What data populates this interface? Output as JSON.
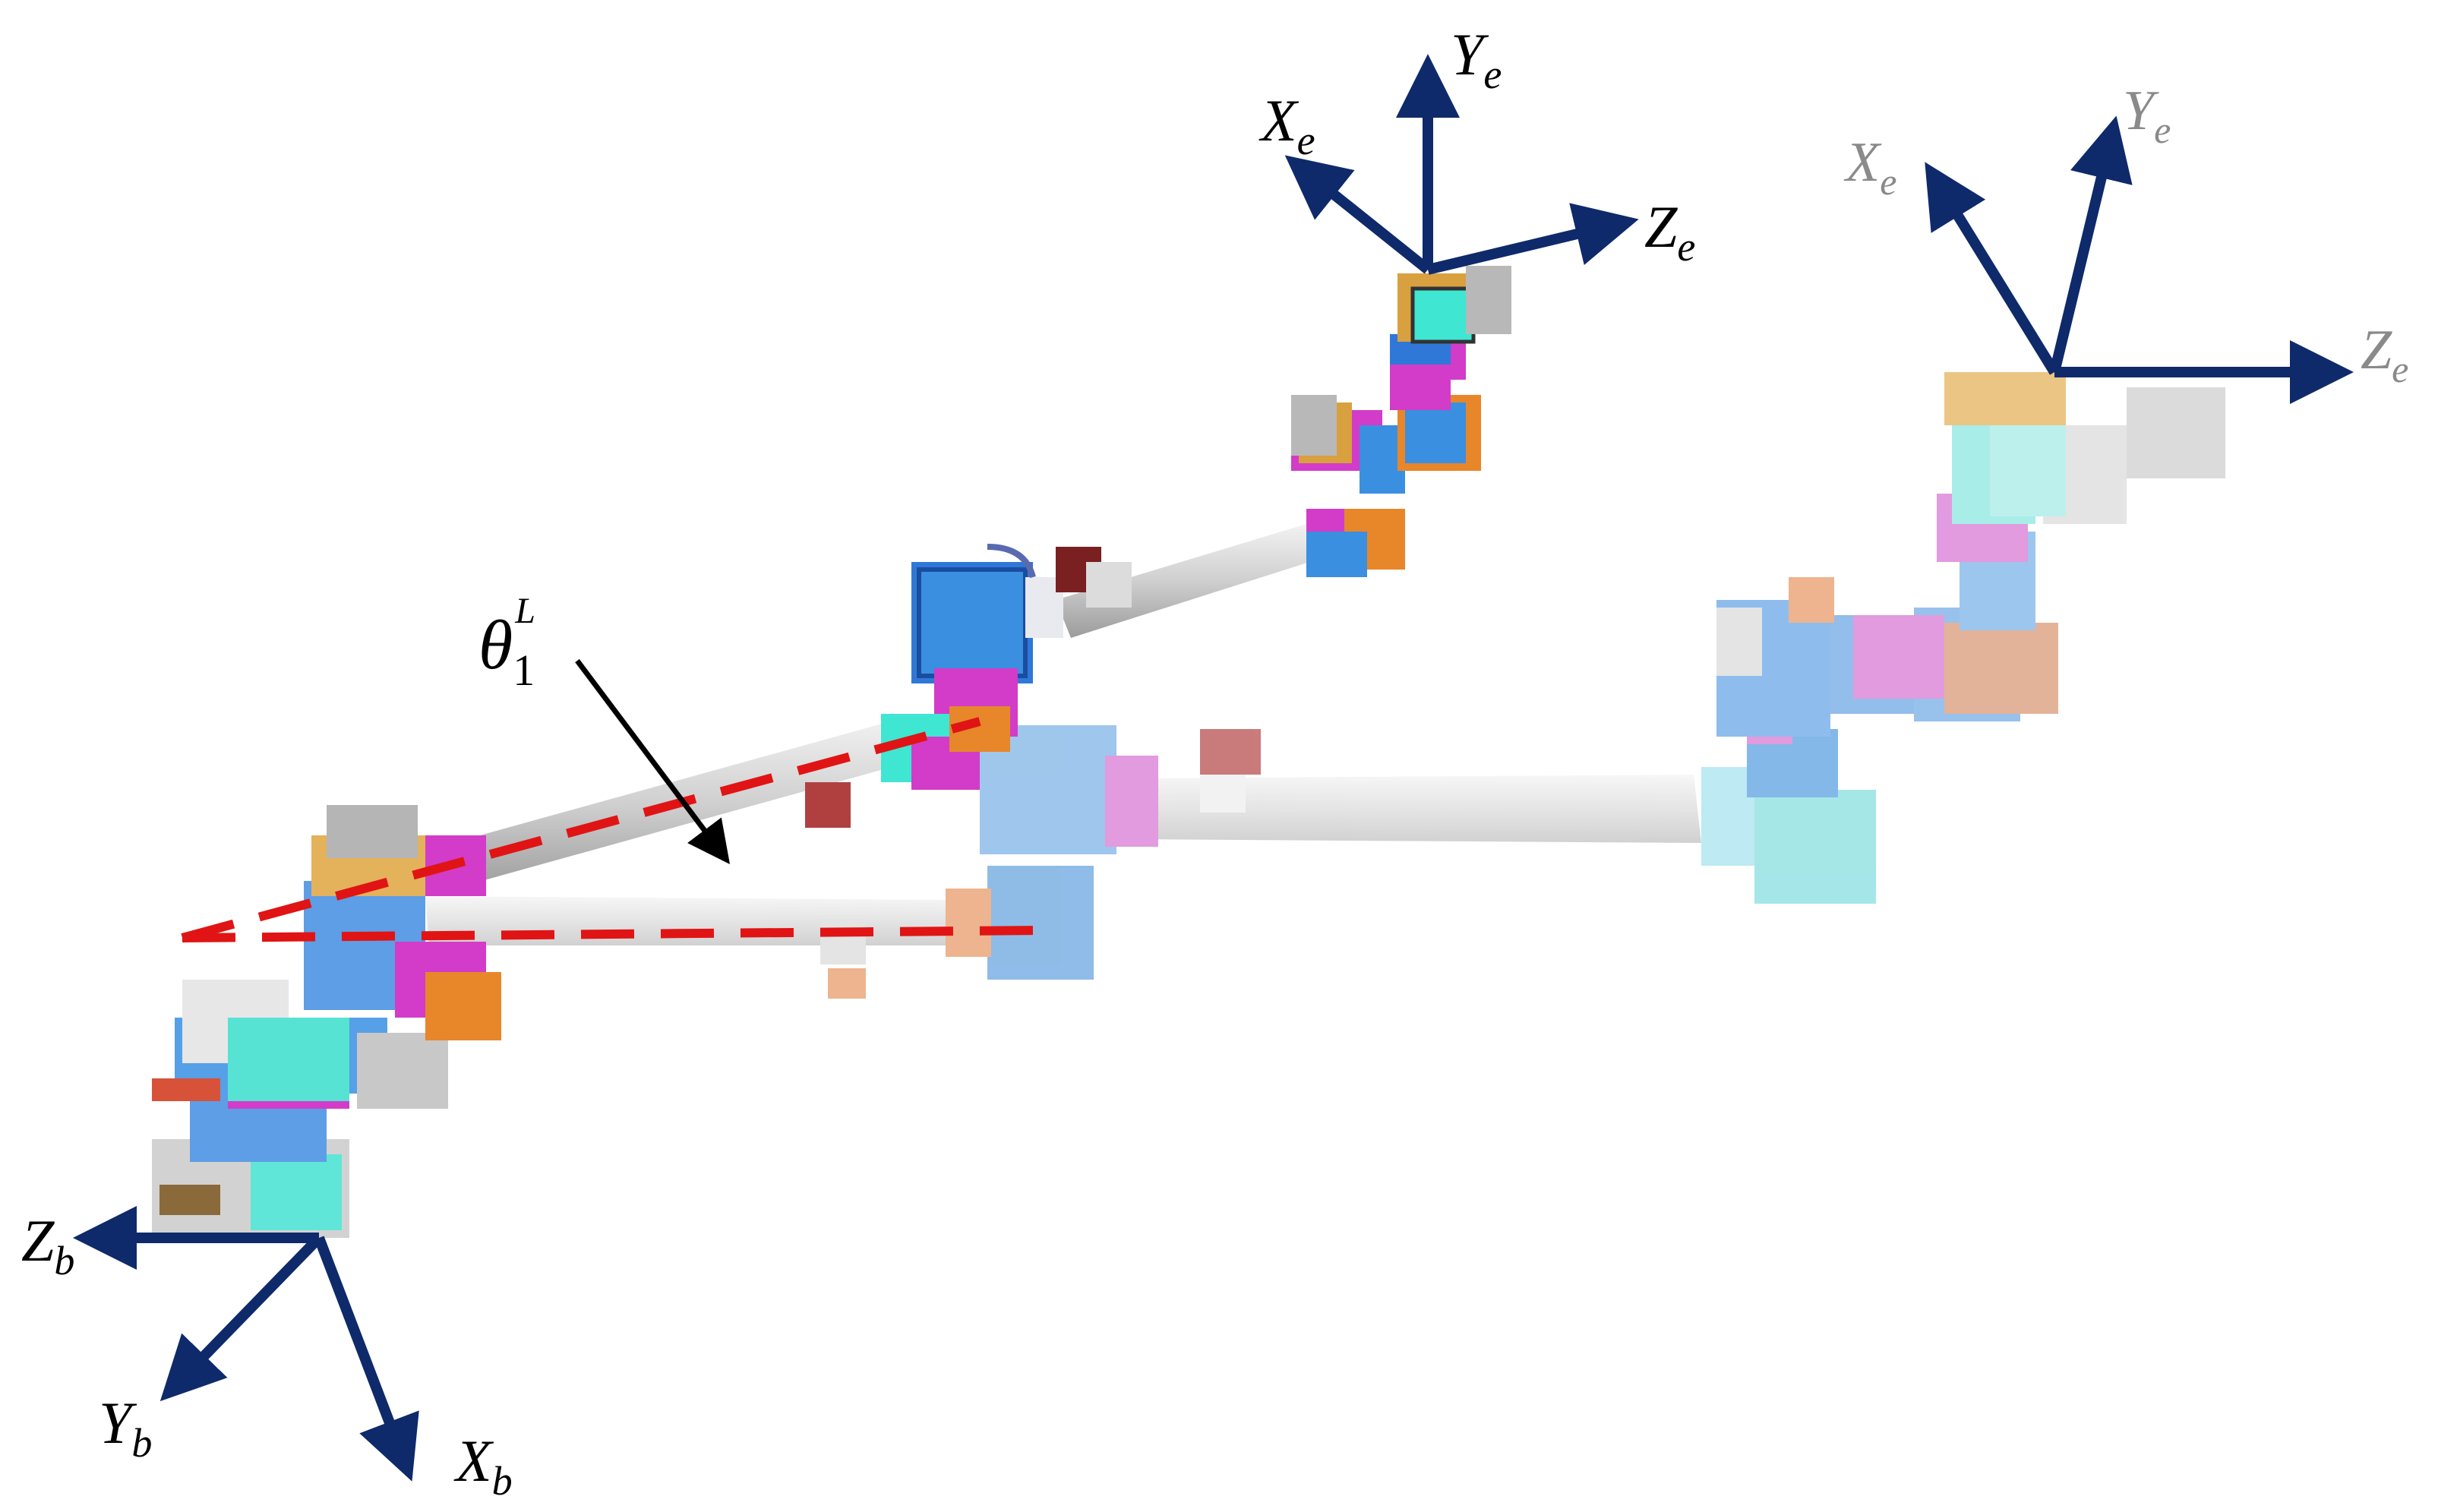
{
  "colors": {
    "axis_primary": "#0e2a6b",
    "axis_secondary": "#0e2a6b",
    "label_secondary": "#8a8a8a",
    "angle_line": "#e01414",
    "pointer": "#000000",
    "boom": "#c9c9c9",
    "joint_blue": "#3a8fe0",
    "joint_magenta": "#d23cc8",
    "joint_cyan": "#3fe6d2",
    "joint_orange": "#e8862a",
    "camera_gray": "#b8b8b8"
  },
  "frames": {
    "base": {
      "x": {
        "base": "X",
        "sub": "b"
      },
      "y": {
        "base": "Y",
        "sub": "b"
      },
      "z": {
        "base": "Z",
        "sub": "b"
      }
    },
    "end_current": {
      "x": {
        "base": "X",
        "sub": "e"
      },
      "y": {
        "base": "Y",
        "sub": "e"
      },
      "z": {
        "base": "Z",
        "sub": "e"
      }
    },
    "end_target": {
      "x": {
        "base": "X",
        "sub": "e"
      },
      "y": {
        "base": "Y",
        "sub": "e"
      },
      "z": {
        "base": "Z",
        "sub": "e"
      }
    }
  },
  "angle_label": {
    "symbol": "θ",
    "sub": "1",
    "sup": "L"
  }
}
